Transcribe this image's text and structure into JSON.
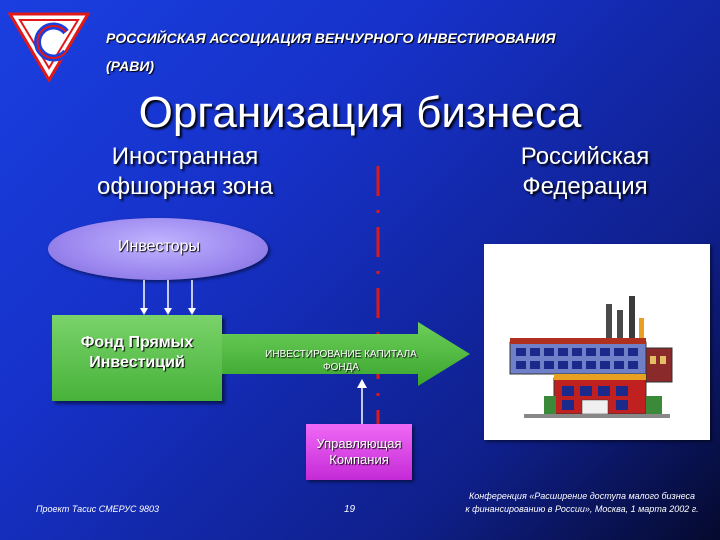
{
  "header": {
    "org_line1": "РОССИЙСКАЯ АССОЦИАЦИЯ ВЕНЧУРНОГО ИНВЕСТИРОВАНИЯ",
    "org_line2": "(РАВИ)",
    "logo_icon": "ravi-logo-icon"
  },
  "slide": {
    "title": "Организация бизнеса",
    "zone_left": "Иностранная\nофшорная зона",
    "zone_right": "Российская\nФедерация"
  },
  "diagram": {
    "investors": "Инвесторы",
    "fund": "Фонд Прямых\nИнвестиций",
    "flow": "ИНВЕСТИРОВАНИЕ КАПИТАЛА\nФОНДА",
    "management": "Управляющая\nКомпания",
    "building_icon": "factory-building-icon"
  },
  "footer": {
    "project": "Проект Тасис СМЕРУС 9803",
    "page": "19",
    "conference": "Конференция «Расширение доступа малого бизнеса\nк финансированию в России», Москва, 1 марта 2002 г."
  },
  "colors": {
    "fund_green": "#47b23a",
    "investors_violet": "#9a86ee",
    "management_magenta": "#c42ad6",
    "divider_red": "#e01818"
  }
}
